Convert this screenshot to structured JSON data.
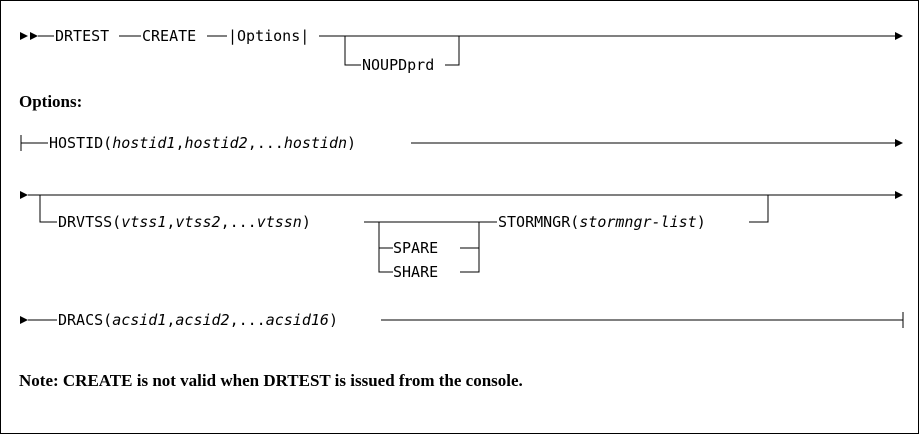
{
  "row1": {
    "command": "DRTEST",
    "subcommand": "CREATE",
    "options_ref": "|Options|",
    "optional_param": "NOUPDprd"
  },
  "options_heading": "Options:",
  "row2": {
    "keyword": "HOSTID(",
    "args": "hostid1",
    "sep1": ",",
    "arg2": "hostid2",
    "sep2": ",...",
    "arg3": "hostidn",
    "close": ")"
  },
  "row3": {
    "drvtss_keyword": "DRVTSS(",
    "vtss1": "vtss1",
    "sep1": ",",
    "vtss2": "vtss2",
    "sep2": ",...",
    "vtssn": "vtssn",
    "close": ")",
    "spare": "SPARE",
    "share": "SHARE",
    "stormngr_keyword": "STORMNGR(",
    "stormngr_arg": "stormngr-list",
    "stormngr_close": ")"
  },
  "row4": {
    "keyword": "DRACS(",
    "acsid1": "acsid1",
    "sep1": ",",
    "acsid2": "acsid2",
    "sep2": ",...",
    "acsid16": "acsid16",
    "close": ")"
  },
  "note": "Note: CREATE is not valid when DRTEST is issued from the console."
}
